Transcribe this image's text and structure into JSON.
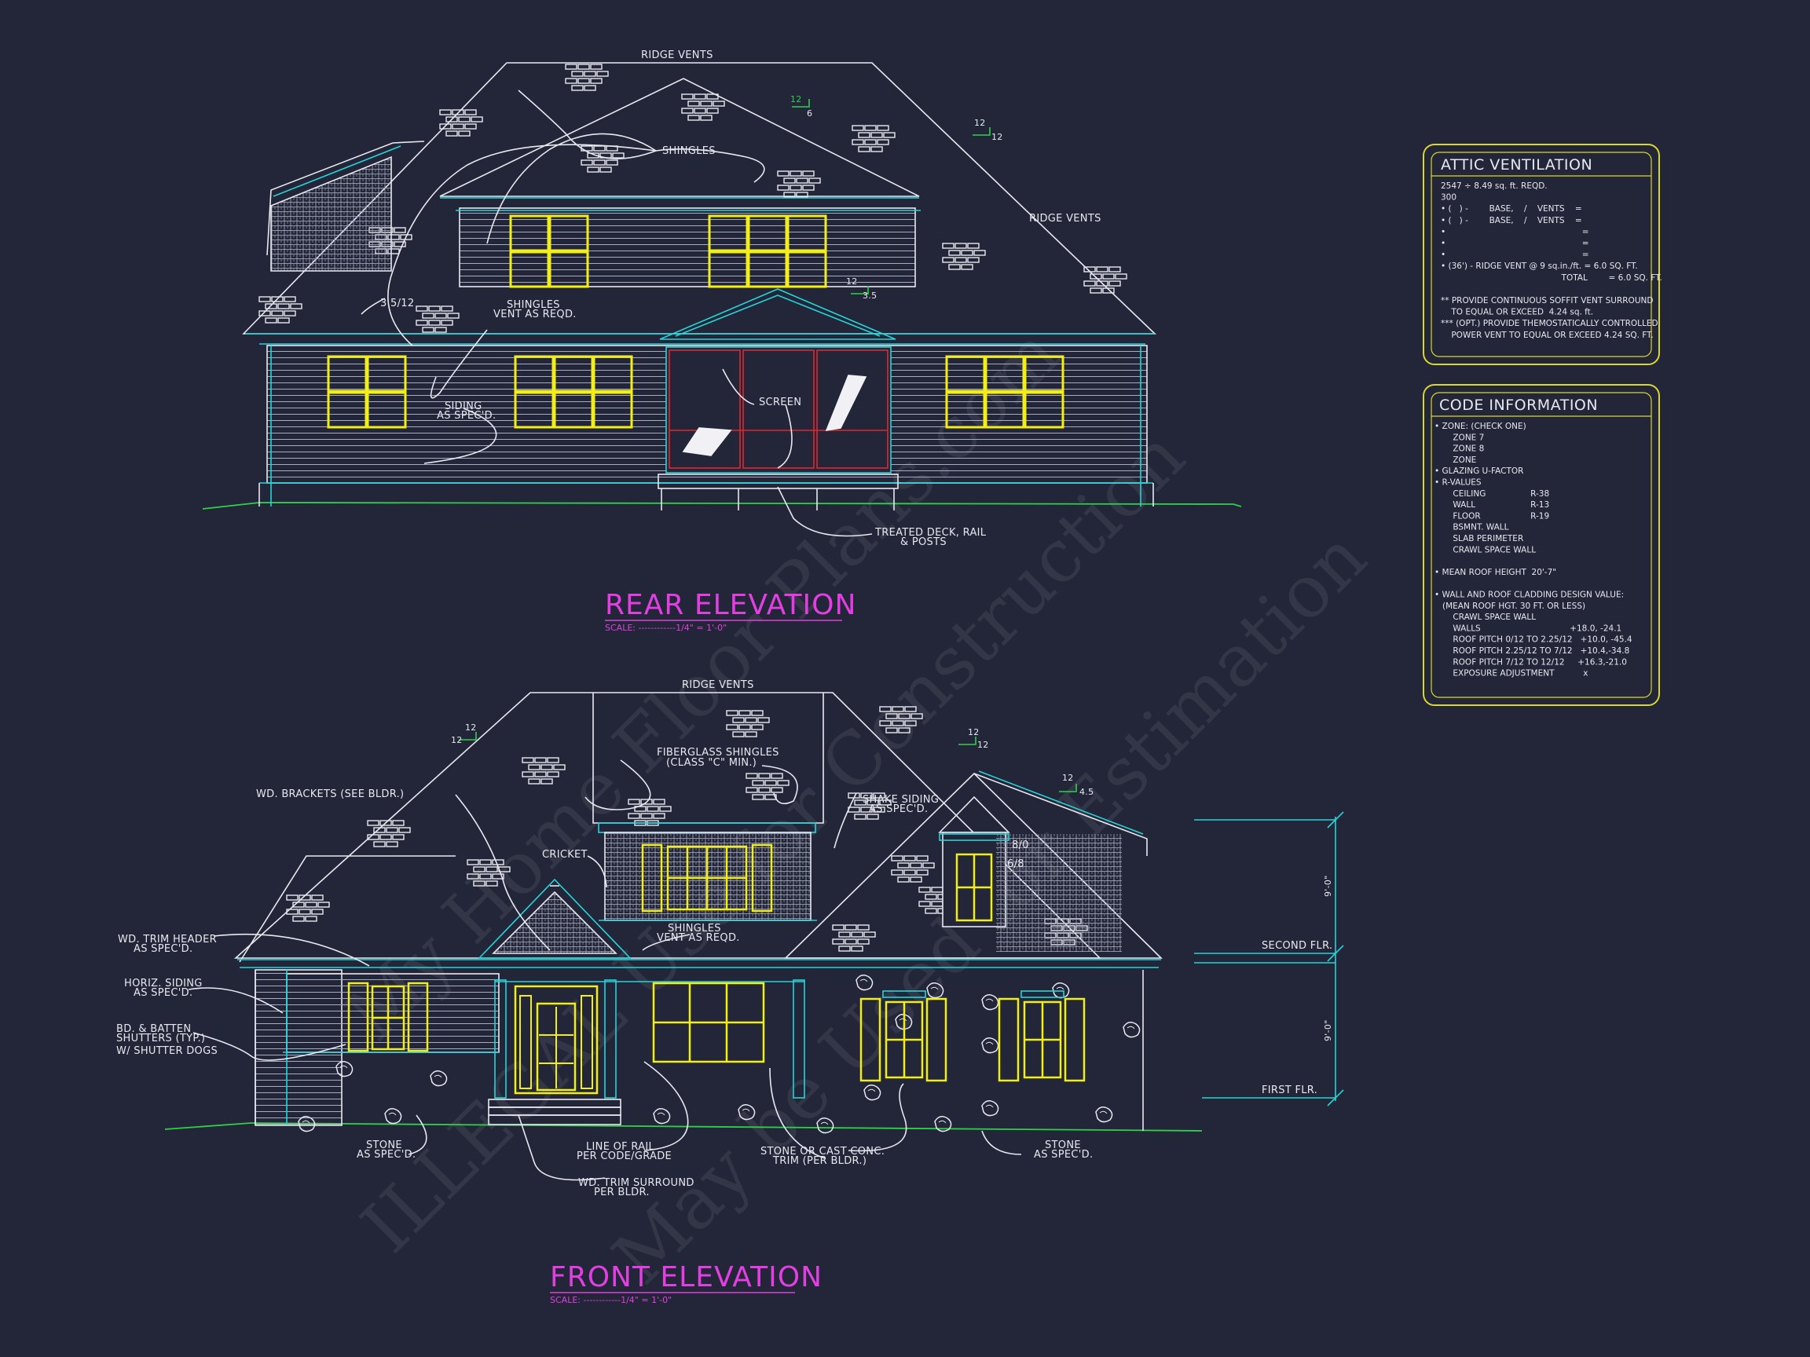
{
  "rear": {
    "title": "REAR ELEVATION",
    "scale": "SCALE: ------------1/4\" = 1'-0\"",
    "labels": {
      "ridge_vents_top": "RIDGE VENTS",
      "ridge_vents_right": "RIDGE VENTS",
      "shingles": "SHINGLES",
      "shingles_vent_1": "SHINGLES",
      "shingles_vent_2": "VENT AS REQD.",
      "pitch_left": "3.5/12",
      "siding_1": "SIDING",
      "siding_2": "AS SPEC'D.",
      "screen": "SCREEN",
      "deck_1": "TREATED DECK, RAIL",
      "deck_2": "& POSTS",
      "slope_a_run": "12",
      "slope_a_rise": "6",
      "slope_b_run": "12",
      "slope_b_rise": "12",
      "slope_c_run": "12",
      "slope_c_rise": "3.5"
    }
  },
  "front": {
    "title": "FRONT ELEVATION",
    "scale": "SCALE: ------------1/4\" = 1'-0\"",
    "labels": {
      "ridge_vents": "RIDGE VENTS",
      "fiberglass_1": "FIBERGLASS SHINGLES",
      "fiberglass_2": "(CLASS \"C\" MIN.)",
      "brackets": "WD. BRACKETS (SEE BLDR.)",
      "shake_1": "SHAKE SIDING",
      "shake_2": "AS SPEC'D.",
      "cricket": "CRICKET",
      "shingles_vent_1": "SHINGLES",
      "shingles_vent_2": "VENT AS REQD.",
      "trim_header_1": "WD. TRIM HEADER",
      "trim_header_2": "AS SPEC'D.",
      "horiz_1": "HORIZ. SIDING",
      "horiz_2": "AS SPEC'D.",
      "batten_1": "BD. & BATTEN",
      "batten_2": "SHUTTERS (TYP.)",
      "batten_3": "W/ SHUTTER DOGS",
      "stone_left_1": "STONE",
      "stone_left_2": "AS SPEC'D.",
      "rail_1": "LINE OF RAIL",
      "rail_2": "PER CODE/GRADE",
      "trim_surround_1": "WD. TRIM SURROUND",
      "trim_surround_2": "PER BLDR.",
      "cast_1": "STONE OR CAST CONC.",
      "cast_2": "TRIM (PER BLDR.)",
      "stone_right_1": "STONE",
      "stone_right_2": "AS SPEC'D.",
      "second_flr": "SECOND FLR.",
      "first_flr": "FIRST FLR.",
      "dim_upper": "9'-0\"",
      "dim_lower": "9'-0\"",
      "dormer_1": "8/0",
      "dormer_2": "6/8",
      "slope_a_run": "12",
      "slope_a_rise": "12",
      "slope_b_run": "12",
      "slope_b_rise": "12",
      "slope_c_run": "12",
      "slope_c_rise": "4.5"
    }
  },
  "attic": {
    "title": "ATTIC VENTILATION",
    "lines": [
      "2547 ÷ 8.49 sq. ft. REQD.",
      "300",
      "• (   ) -        BASE,    /    VENTS    =",
      "• (   ) -        BASE,    /    VENTS    =",
      "•                                                    =",
      "•                                                    =",
      "•                                                    =",
      "• (36') - RIDGE VENT @ 9 sq.in./ft. = 6.0 SQ. FT.",
      "                                              TOTAL        = 6.0 SQ. FT.",
      "",
      "** PROVIDE CONTINUOUS SOFFIT VENT SURROUND",
      "    TO EQUAL OR EXCEED  4.24 sq. ft.",
      "*** (OPT.) PROVIDE THEMOSTATICALLY CONTROLLED",
      "    POWER VENT TO EQUAL OR EXCEED 4.24 SQ. FT."
    ]
  },
  "code": {
    "title": "CODE INFORMATION",
    "lines": [
      "• ZONE: (CHECK ONE)",
      "       ZONE 7",
      "       ZONE 8",
      "       ZONE",
      "• GLAZING U-FACTOR",
      "• R-VALUES",
      "       CEILING                 R-38",
      "       WALL                     R-13",
      "       FLOOR                   R-19",
      "       BSMNT. WALL",
      "       SLAB PERIMETER",
      "       CRAWL SPACE WALL",
      "",
      "• MEAN ROOF HEIGHT  20'-7\"",
      "",
      "• WALL AND ROOF CLADDING DESIGN VALUE:",
      "   (MEAN ROOF HGT. 30 FT. OR LESS)",
      "       CRAWL SPACE WALL",
      "       WALLS                                  +18.0, -24.1",
      "       ROOF PITCH 0/12 TO 2.25/12   +10.0, -45.4",
      "       ROOF PITCH 2.25/12 TO 7/12   +10.4,-34.8",
      "       ROOF PITCH 7/12 TO 12/12     +16.3,-21.0",
      "       EXPOSURE ADJUSTMENT           x"
    ]
  },
  "watermark": {
    "line1": "My Home Floor Plans.com",
    "line2": "ILLEGAL Use for Construction",
    "line3": "May be Used for Estimation"
  },
  "colors": {
    "background": "#232638",
    "outline": "#e8e8f0",
    "window": "#f2ee1a",
    "trim": "#26d4d8",
    "ground": "#2fd14a",
    "title": "#e23fe0",
    "screen": "#e3262f",
    "panel_border": "#d8d830"
  }
}
